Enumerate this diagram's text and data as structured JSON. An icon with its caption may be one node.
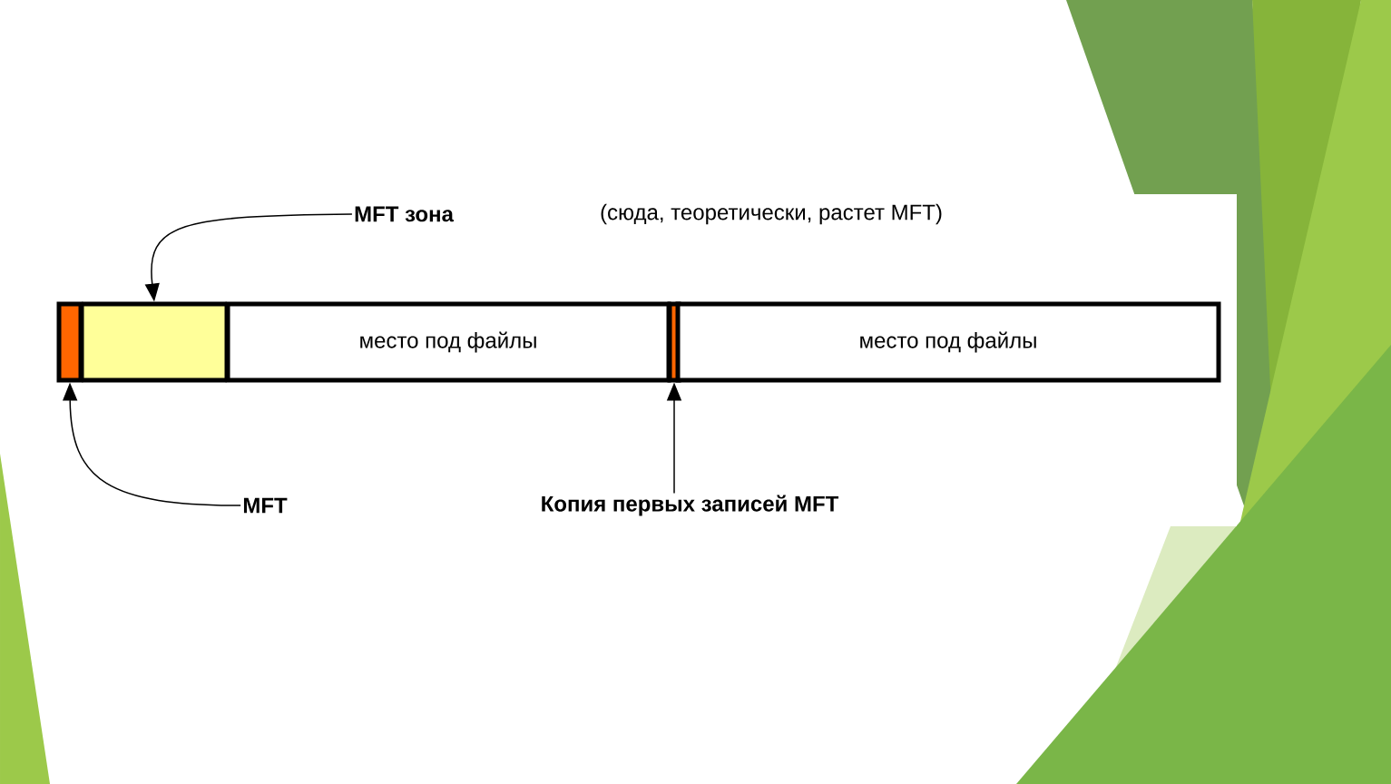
{
  "diagram": {
    "nodes": [
      {
        "text": [],
        "shape": "bar"
      },
      {
        "text": [],
        "shape": "box"
      },
      {
        "text": [
          "место под файлы"
        ]
      },
      {
        "text": [],
        "shape": "bar"
      },
      {
        "text": [
          "место под файлы"
        ]
      },
      {
        "text": [
          "MFT зона"
        ]
      },
      {
        "text": [
          "MFT"
        ]
      },
      {
        "text": [
          "Копия первых записей MFT"
        ]
      }
    ],
    "edges": [
      {
        "from": 5,
        "to": 1,
        "arrow": "to"
      },
      {
        "from": 6,
        "to": 0,
        "arrow": "to"
      },
      {
        "from": 7,
        "to": 3,
        "arrow": "to"
      }
    ],
    "labels": [
      "(сюда, теоретически, растет MFT)"
    ]
  }
}
